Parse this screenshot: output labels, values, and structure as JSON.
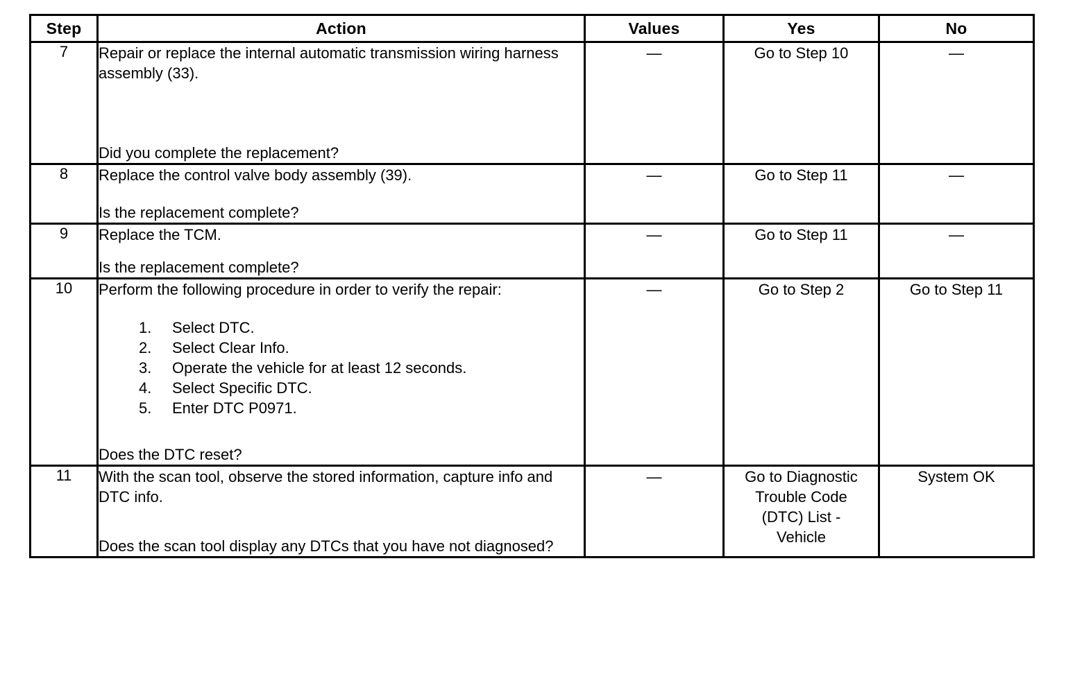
{
  "table": {
    "columns": [
      {
        "key": "step",
        "label": "Step"
      },
      {
        "key": "action",
        "label": "Action"
      },
      {
        "key": "values",
        "label": "Values"
      },
      {
        "key": "yes",
        "label": "Yes"
      },
      {
        "key": "no",
        "label": "No"
      }
    ],
    "em_dash": "—",
    "rows": [
      {
        "step": "7",
        "action_lead": "Repair or replace the internal automatic transmission wiring harness assembly (33).",
        "action_question": "Did you complete the replacement?",
        "values": "—",
        "yes": "Go to Step 10",
        "no": "—"
      },
      {
        "step": "8",
        "action_lead": "Replace the control valve body assembly (39).",
        "action_question": "Is the replacement complete?",
        "values": "—",
        "yes": "Go to Step 11",
        "no": "—"
      },
      {
        "step": "9",
        "action_lead": "Replace the TCM.",
        "action_question": "Is the replacement complete?",
        "values": "—",
        "yes": "Go to Step 11",
        "no": "—"
      },
      {
        "step": "10",
        "action_lead": "Perform the following procedure in order to verify the repair:",
        "action_list": [
          "Select DTC.",
          "Select Clear Info.",
          "Operate the vehicle for at least 12 seconds.",
          "Select Specific DTC.",
          "Enter DTC P0971."
        ],
        "action_question": "Does the DTC reset?",
        "values": "—",
        "yes": "Go to Step 2",
        "no": "Go to Step 11"
      },
      {
        "step": "11",
        "action_lead": "With the scan tool, observe the stored information, capture info and DTC info.",
        "action_question": "Does the scan tool display any DTCs that you have not diagnosed?",
        "values": "—",
        "yes_lines": [
          "Go to Diagnostic",
          "Trouble Code",
          "(DTC) List -",
          "Vehicle"
        ],
        "no": "System OK"
      }
    ]
  },
  "colors": {
    "border": "#000000",
    "text": "#000000",
    "background": "#ffffff"
  }
}
